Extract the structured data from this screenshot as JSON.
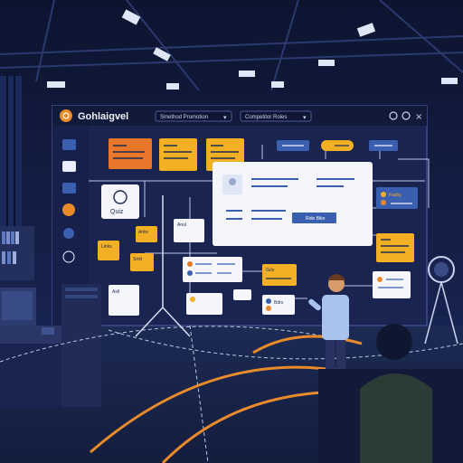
{
  "app": {
    "title": "Gohlaigvel",
    "logo_icon": "spiral-logo-icon"
  },
  "toolbar": {
    "dropdown_1_label": "Smethod Promotion",
    "dropdown_2_label": "Competitor Roles",
    "actions": [
      "clock-icon",
      "settings-icon",
      "close-icon"
    ]
  },
  "sidebar": {
    "icons": [
      "photo-icon",
      "image-icon",
      "gallery-icon",
      "avatar-icon",
      "heart-icon",
      "chat-icon"
    ]
  },
  "workflow": {
    "modal_button_label": "Ride Bike",
    "top_right_card_label": "Fasby",
    "image_card_label": "Quiz",
    "notes": [
      "Links",
      "Anlw",
      "Smlt",
      "Asll",
      "Anul",
      "Grlo",
      "Bdrs"
    ]
  },
  "colors": {
    "background": "#0e1630",
    "screen": "#1a2450",
    "card_orange": "#f4b024",
    "card_deep_orange": "#e8772a",
    "card_white": "#f4f6fb",
    "card_blue": "#3a5fb0",
    "accent": "#e98b2a"
  }
}
